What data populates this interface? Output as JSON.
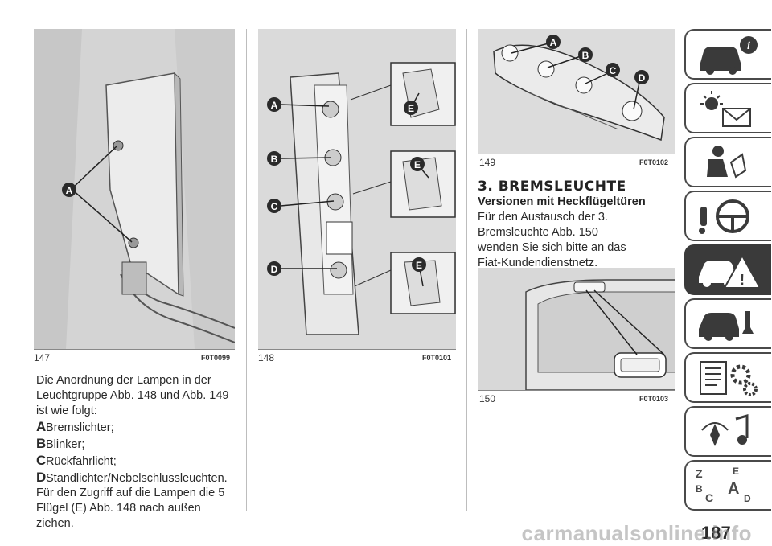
{
  "figures": {
    "fig147": {
      "number": "147",
      "code": "F0T0099"
    },
    "fig148": {
      "number": "148",
      "code": "F0T0101"
    },
    "fig149": {
      "number": "149",
      "code": "F0T0102"
    },
    "fig150": {
      "number": "150",
      "code": "F0T0103"
    }
  },
  "labels": {
    "a": "A",
    "b": "B",
    "c": "C",
    "d": "D",
    "e": "E"
  },
  "left_column": {
    "intro": "Die Anordnung der Lampen in der Leuchtgruppe Abb. 148 und Abb. 149 ist wie folgt:",
    "items": [
      {
        "letter": "A",
        "text": "Bremslichter;"
      },
      {
        "letter": "B",
        "text": "Blinker;"
      },
      {
        "letter": "C",
        "text": "Rückfahrlicht;"
      },
      {
        "letter": "D",
        "text": "Standlichter/Nebelschlussleuchten."
      }
    ],
    "access": "Für den Zugriff auf die Lampen die 5 Flügel (E) Abb. 148 nach außen ziehen."
  },
  "right_column": {
    "heading": "3. BREMSLEUCHTE",
    "subheading": "Versionen mit Heckflügeltüren",
    "paragraph": "Für den Austausch der 3. Bremsleuchte Abb. 150 wenden Sie sich bitte an das Fiat-Kundendienstnetz."
  },
  "page_number": "187",
  "watermark": "carmanualsonline.info",
  "sidebar_tabs": [
    {
      "icon": "car-info-icon"
    },
    {
      "icon": "dashboard-lights-icon"
    },
    {
      "icon": "safety-airbag-icon"
    },
    {
      "icon": "steering-wheel-icon"
    },
    {
      "icon": "emergency-warning-icon",
      "active": true
    },
    {
      "icon": "car-maintenance-icon"
    },
    {
      "icon": "technical-data-icon"
    },
    {
      "icon": "multimedia-icon"
    },
    {
      "icon": "alphabetical-index-icon"
    }
  ]
}
